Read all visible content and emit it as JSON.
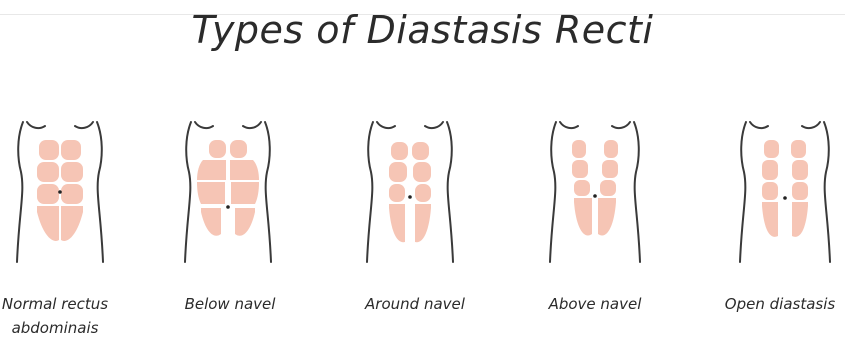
{
  "title": "Types of Diastasis Recti",
  "types": [
    {
      "label": "Normal rectus abdominais",
      "icon": "normal-torso-icon"
    },
    {
      "label": "Below navel",
      "icon": "below-navel-torso-icon"
    },
    {
      "label": "Around navel",
      "icon": "around-navel-torso-icon"
    },
    {
      "label": "Above navel",
      "icon": "above-navel-torso-icon"
    },
    {
      "label": "Open diastasis",
      "icon": "open-diastasis-torso-icon"
    }
  ],
  "colors": {
    "muscle": "#f6c5b5",
    "outline": "#3a3a3a"
  }
}
